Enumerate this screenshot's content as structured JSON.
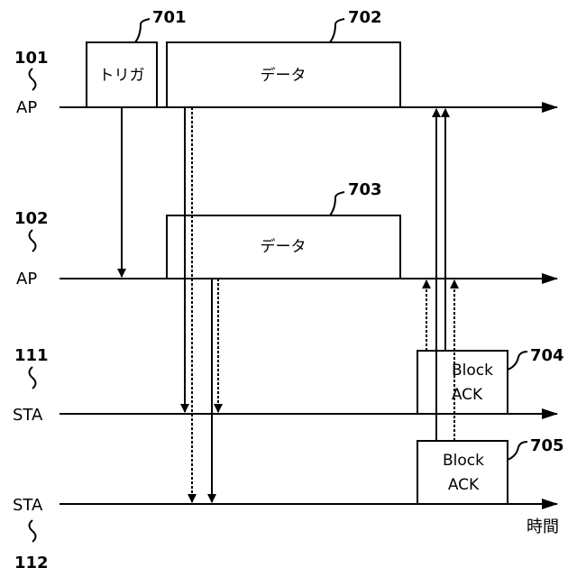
{
  "lines": {
    "ap1": {
      "ref": "101",
      "label": "AP"
    },
    "ap2": {
      "ref": "102",
      "label": "AP"
    },
    "sta1": {
      "ref": "111",
      "label": "STA"
    },
    "sta2": {
      "ref": "112",
      "label": "STA"
    }
  },
  "frames": {
    "trigger": {
      "ref": "701",
      "label": "トリガ"
    },
    "data1": {
      "ref": "702",
      "label": "データ"
    },
    "data2": {
      "ref": "703",
      "label": "データ"
    },
    "ba1": {
      "ref": "704",
      "line1": "Block",
      "line2": "ACK"
    },
    "ba2": {
      "ref": "705",
      "line1": "Block",
      "line2": "ACK"
    }
  },
  "time_label": "時間"
}
